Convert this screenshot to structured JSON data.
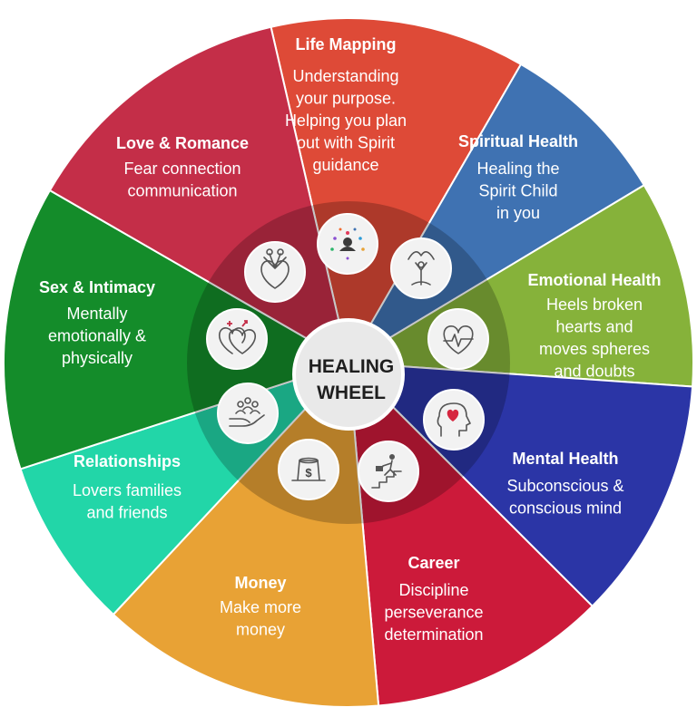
{
  "center": {
    "line1": "HEALING",
    "line2": "WHEEL"
  },
  "segments": [
    {
      "title": "Life Mapping",
      "desc": [
        "Understanding",
        "your purpose.",
        "Helping you plan",
        "out with Spirit",
        "guidance"
      ],
      "color": "#de4a37",
      "icon": "meditation-aura-icon"
    },
    {
      "title": "Spiritual Health",
      "desc": [
        "Healing the",
        "Spirit Child",
        "in you"
      ],
      "color": "#3f72b2",
      "icon": "spirit-tree-figure-icon"
    },
    {
      "title": "Emotional Health",
      "desc": [
        "Heels broken",
        "hearts and",
        "moves spheres",
        "and doubts"
      ],
      "color": "#86b23a",
      "icon": "heart-pulse-icon"
    },
    {
      "title": "Mental Health",
      "desc": [
        "Subconscious &",
        "conscious mind"
      ],
      "color": "#2b35a6",
      "icon": "head-heart-icon"
    },
    {
      "title": "Career",
      "desc": [
        "Discipline",
        "perseverance",
        "determination"
      ],
      "color": "#cc1a3a",
      "icon": "career-stairs-icon"
    },
    {
      "title": "Money",
      "desc": [
        "Make more",
        "money"
      ],
      "color": "#e8a235",
      "icon": "money-hat-icon"
    },
    {
      "title": "Relationships",
      "desc": [
        "Lovers families",
        "and friends"
      ],
      "color": "#22d6a8",
      "icon": "people-hand-icon"
    },
    {
      "title": "Sex & Intimacy",
      "desc": [
        "Mentally",
        "emotionally &",
        "physically"
      ],
      "color": "#148c2a",
      "icon": "linked-hearts-icon"
    },
    {
      "title": "Love & Romance",
      "desc": [
        "Fear connection",
        "communication"
      ],
      "color": "#c42e48",
      "icon": "hearts-bouquet-icon"
    }
  ]
}
